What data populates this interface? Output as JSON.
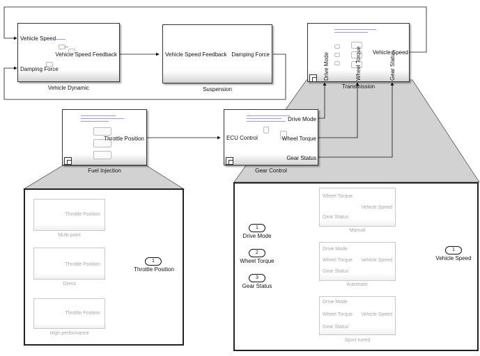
{
  "blocks": {
    "vehicle_dynamic": {
      "caption": "Vehicle Dynamic",
      "in1": "Vehicle Speed",
      "in2": "Damping Force",
      "out1": "Vehicle Speed Feedback"
    },
    "suspension": {
      "caption": "Suspension",
      "in1": "Vehicle Speed Feedback",
      "out1": "Damping Force"
    },
    "transmission": {
      "caption": "Transmission",
      "in1": "Drive Mode",
      "in2": "Wheel Torque",
      "in3": "Gear Status",
      "out1": "Vehicle Speed"
    },
    "fuel_injection": {
      "caption": "Fuel Injection",
      "out1": "Throttle Position"
    },
    "gear_control": {
      "caption": "Gear Control",
      "in1": "ECU Control",
      "out1": "Drive Mode",
      "out2": "Wheel Torque",
      "out3": "Gear Status"
    }
  },
  "fuel_zoom": {
    "variants": [
      {
        "caption": "Multi-point",
        "port": "Throttle Position"
      },
      {
        "caption": "Direct",
        "port": "Throttle Position"
      },
      {
        "caption": "High-performance",
        "port": "Throttle Position"
      }
    ],
    "outport": {
      "num": "1",
      "label": "Throttle Position"
    }
  },
  "gear_zoom": {
    "inports": [
      {
        "num": "1",
        "label": "Drive Mode"
      },
      {
        "num": "2",
        "label": "Wheel Torque"
      },
      {
        "num": "3",
        "label": "Gear Status"
      }
    ],
    "outport": {
      "num": "1",
      "label": "Vehicle Speed"
    },
    "variants": [
      {
        "caption": "Manual",
        "in1": "Wheel Torque",
        "in2": "Gear Status",
        "out": "Vehicle Speed"
      },
      {
        "caption": "Automatic",
        "in1": "Drive Mode",
        "in2": "Wheel Torque",
        "in3": "Gear Status",
        "out": "Vehicle Speed"
      },
      {
        "caption": "Sport-tuned",
        "in1": "Drive Mode",
        "in2": "Wheel Torque",
        "in3": "Gear Status",
        "out": "Vehicle Speed"
      }
    ]
  }
}
